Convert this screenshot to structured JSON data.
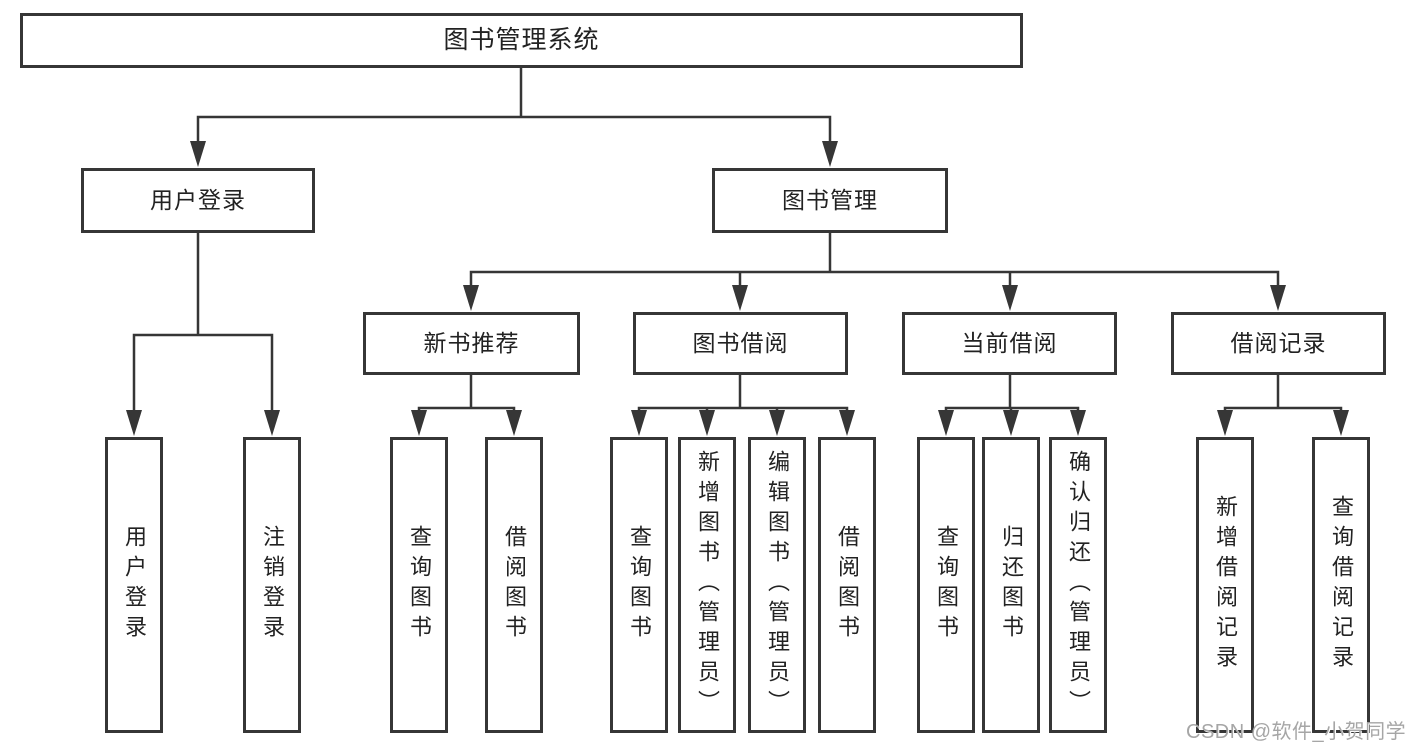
{
  "diagram": {
    "root_label": "图书管理系统",
    "branches": [
      {
        "label": "用户登录",
        "children": [
          "用户登录",
          "注销登录"
        ]
      },
      {
        "label": "图书管理",
        "groups": [
          {
            "label": "新书推荐",
            "children": [
              "查询图书",
              "借阅图书"
            ]
          },
          {
            "label": "图书借阅",
            "children": [
              "查询图书",
              "新增图书（管理员）",
              "编辑图书（管理员）",
              "借阅图书"
            ]
          },
          {
            "label": "当前借阅",
            "children": [
              "查询图书",
              "归还图书",
              "确认归还（管理员）"
            ]
          },
          {
            "label": "借阅记录",
            "children": [
              "新增借阅记录",
              "查询借阅记录"
            ]
          }
        ]
      }
    ]
  },
  "watermark": {
    "text": "CSDN @软件_小贺同学"
  },
  "colors": {
    "line": "#363636",
    "text": "#222222",
    "watermark": "#a6a6a6",
    "background": "#ffffff"
  }
}
